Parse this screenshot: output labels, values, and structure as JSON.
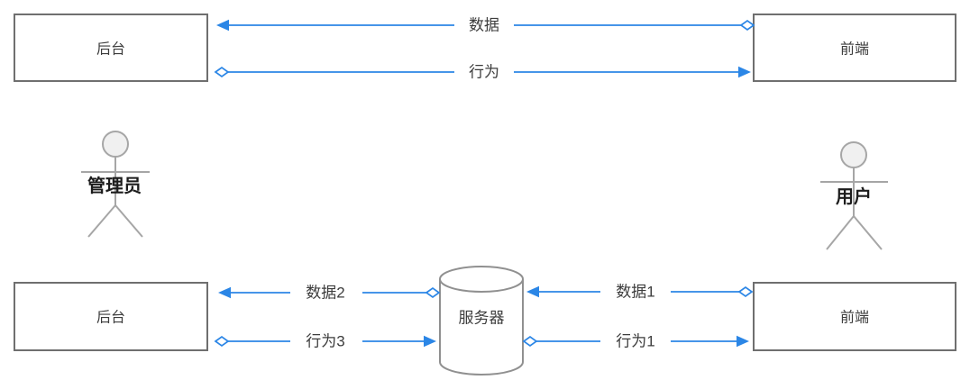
{
  "diagram": {
    "top_flow": {
      "backend_box": {
        "label": "后台"
      },
      "frontend_box": {
        "label": "前端"
      },
      "edges": [
        {
          "label": "数据",
          "from": "前端",
          "to": "后台",
          "source_marker": "diamond",
          "target_marker": "arrow"
        },
        {
          "label": "行为",
          "from": "后台",
          "to": "前端",
          "source_marker": "diamond",
          "target_marker": "arrow"
        }
      ]
    },
    "actors": [
      {
        "label": "管理员"
      },
      {
        "label": "用户"
      }
    ],
    "bottom_flow": {
      "backend_box": {
        "label": "后台"
      },
      "server_cylinder": {
        "label": "服务器"
      },
      "frontend_box": {
        "label": "前端"
      },
      "edges": [
        {
          "label": "数据2",
          "from": "服务器",
          "to": "后台",
          "source_marker": "diamond",
          "target_marker": "arrow"
        },
        {
          "label": "行为3",
          "from": "后台",
          "to": "服务器",
          "source_marker": "diamond",
          "target_marker": "arrow"
        },
        {
          "label": "数据1",
          "from": "前端",
          "to": "服务器",
          "source_marker": "diamond",
          "target_marker": "arrow"
        },
        {
          "label": "行为1",
          "from": "服务器",
          "to": "前端",
          "source_marker": "diamond",
          "target_marker": "arrow"
        }
      ]
    }
  },
  "colors": {
    "edge-blue": "#2b86e6",
    "box-border": "#6f6f6f",
    "actor-gray": "#a6a6a6",
    "cyl-gray": "#909090",
    "text-dark": "#3d3d3d",
    "label-black": "#1c1c1c",
    "canvas-bg": "#ffffff"
  }
}
